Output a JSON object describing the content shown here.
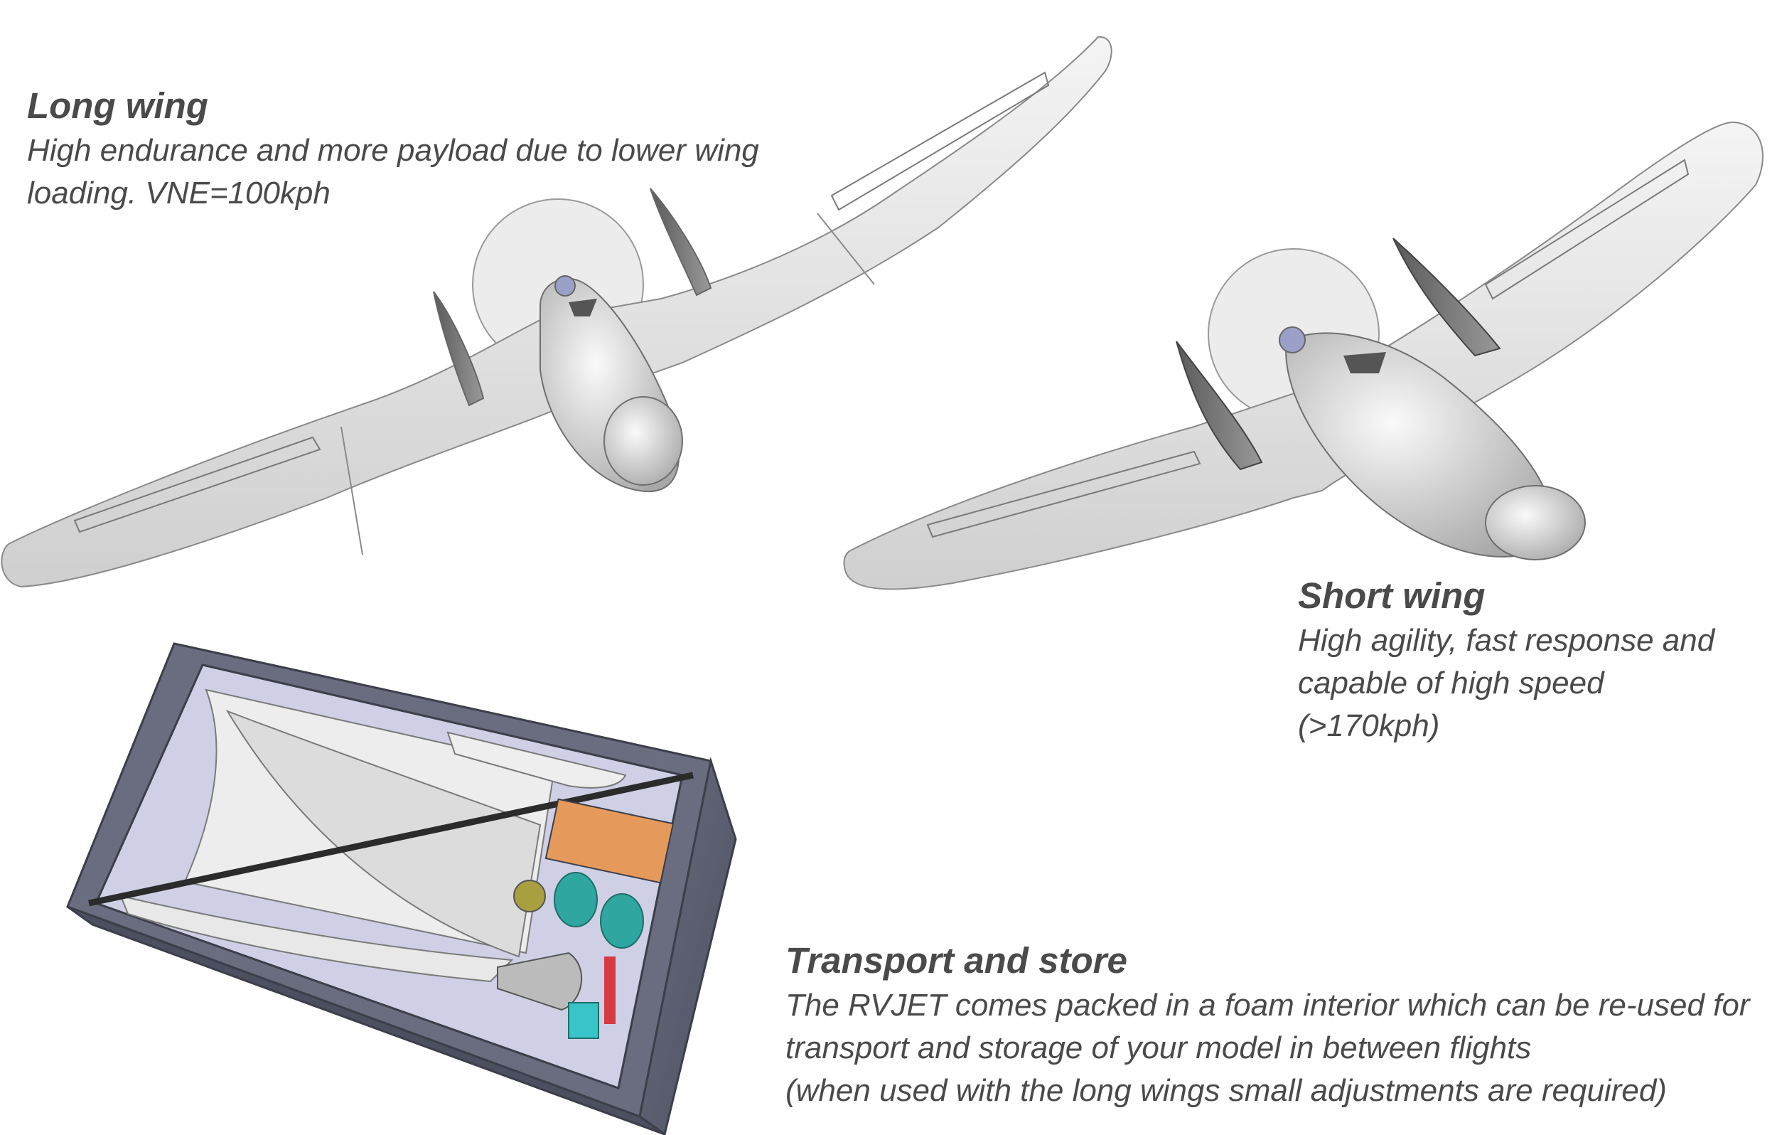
{
  "long_wing": {
    "title": "Long wing",
    "description": "High endurance and more payload due to lower wing loading. VNE=100kph"
  },
  "short_wing": {
    "title": "Short wing",
    "description": "High agility, fast response and capable of high speed (>170kph)"
  },
  "transport": {
    "title": "Transport and store",
    "description_line1": "The RVJET comes packed in a foam interior which can be re-used for",
    "description_line2": "transport and storage of your model in between flights",
    "description_line3": "(when used with the long wings small adjustments are required)"
  },
  "colors": {
    "text": "#4a4a4a",
    "airframe": "#e4e4e4",
    "box": "#5b5e70",
    "foam": "#cfd0e6",
    "battery": "#e59a5c",
    "canopy": "#2fa6a0"
  }
}
